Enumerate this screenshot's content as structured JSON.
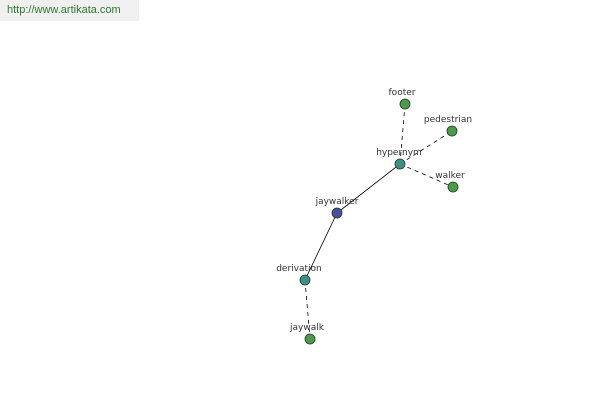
{
  "header": {
    "url": "http://www.artikata.com"
  },
  "graph": {
    "nodes": [
      {
        "id": "jaywalker",
        "label": "jaywalker",
        "role": "center"
      },
      {
        "id": "hypernym",
        "label": "hypernym",
        "role": "relation"
      },
      {
        "id": "derivation",
        "label": "derivation",
        "role": "relation"
      },
      {
        "id": "footer",
        "label": "footer",
        "role": "word"
      },
      {
        "id": "pedestrian",
        "label": "pedestrian",
        "role": "word"
      },
      {
        "id": "walker",
        "label": "walker",
        "role": "word"
      },
      {
        "id": "jaywalk",
        "label": "jaywalk",
        "role": "word"
      }
    ],
    "edges": [
      {
        "from": "jaywalker",
        "to": "hypernym",
        "style": "solid"
      },
      {
        "from": "jaywalker",
        "to": "derivation",
        "style": "solid"
      },
      {
        "from": "hypernym",
        "to": "footer",
        "style": "dashed"
      },
      {
        "from": "hypernym",
        "to": "pedestrian",
        "style": "dashed"
      },
      {
        "from": "hypernym",
        "to": "walker",
        "style": "dashed"
      },
      {
        "from": "derivation",
        "to": "jaywalk",
        "style": "dashed"
      }
    ],
    "colors": {
      "center": "#4a4fa0",
      "relation": "#3f8f86",
      "word": "#4f9a4a",
      "outline": "#1f3f1f",
      "edge": "#000000"
    }
  }
}
